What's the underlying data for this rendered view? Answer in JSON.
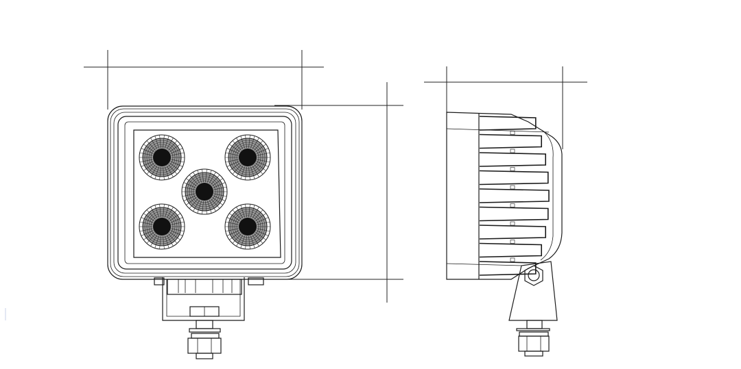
{
  "drawing": {
    "views": [
      "front-view",
      "side-view"
    ],
    "led_count": 5,
    "side_fin_count": 9,
    "colors": {
      "line": "#1a1a1a",
      "background": "#ffffff",
      "led_core": "#111111"
    }
  }
}
